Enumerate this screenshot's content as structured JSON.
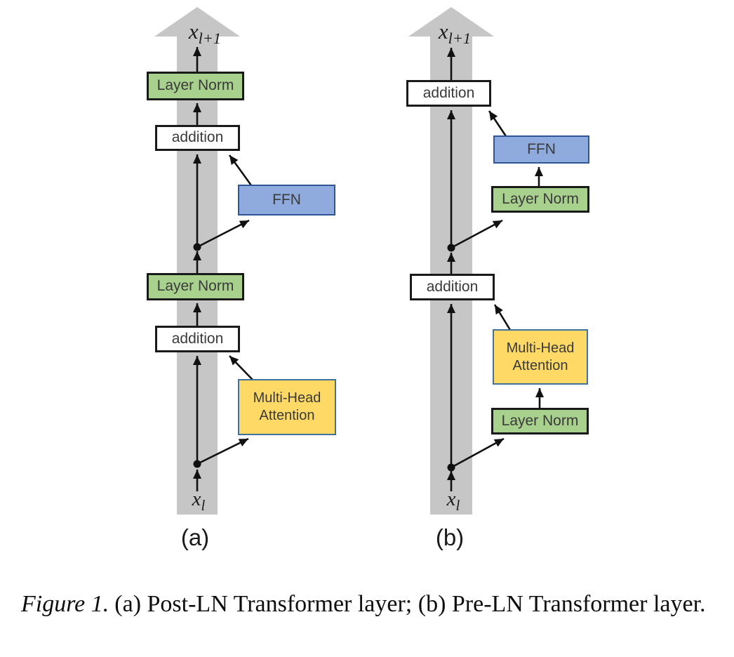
{
  "figure": {
    "panels": [
      {
        "id": "a",
        "panel_label": "(a)",
        "output_label": {
          "base": "x",
          "sub": "l+1"
        },
        "input_label": {
          "base": "x",
          "sub": "l"
        },
        "boxes": {
          "layer_norm_top": "Layer Norm",
          "addition_top": "addition",
          "ffn": "FFN",
          "layer_norm_bottom": "Layer Norm",
          "addition_bottom": "addition",
          "multi_head_attention": "Multi-Head Attention"
        }
      },
      {
        "id": "b",
        "panel_label": "(b)",
        "output_label": {
          "base": "x",
          "sub": "l+1"
        },
        "input_label": {
          "base": "x",
          "sub": "l"
        },
        "boxes": {
          "addition_top": "addition",
          "ffn": "FFN",
          "layer_norm_top": "Layer Norm",
          "addition_bottom": "addition",
          "multi_head_attention": "Multi-Head Attention",
          "layer_norm_bottom": "Layer Norm"
        }
      }
    ],
    "caption": {
      "label": "Figure 1.",
      "text": "(a) Post-LN Transformer layer; (b) Pre-LN Transformer layer."
    },
    "colors": {
      "layer_norm_fill": "#a9d18e",
      "layer_norm_border": "#1a1a1a",
      "addition_fill": "#ffffff",
      "addition_border": "#1a1a1a",
      "ffn_fill": "#8faadc",
      "ffn_border": "#2f5597",
      "mha_fill": "#ffd966",
      "mha_border": "#41719c",
      "stream_gray": "#c6c6c6",
      "line_black": "#111111"
    }
  }
}
